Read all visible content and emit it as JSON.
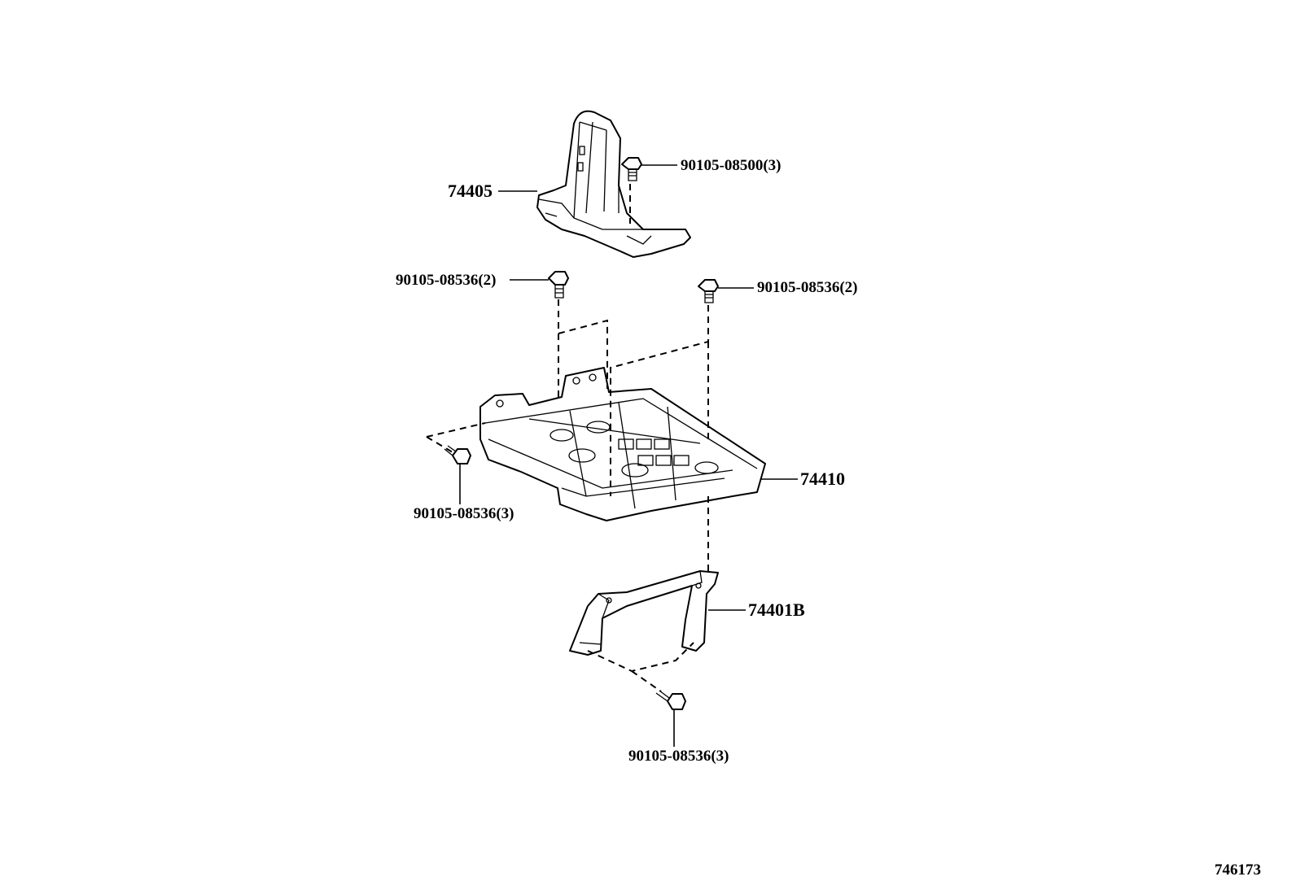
{
  "diagram": {
    "code": "746173",
    "parts": [
      {
        "id": "p74405",
        "number": "74405"
      },
      {
        "id": "p74410",
        "number": "74410"
      },
      {
        "id": "p74401B",
        "number": "74401B"
      }
    ],
    "fasteners": [
      {
        "id": "b1",
        "number": "90105-08500(3)"
      },
      {
        "id": "b2",
        "number": "90105-08536(2)"
      },
      {
        "id": "b3",
        "number": "90105-08536(2)"
      },
      {
        "id": "b4",
        "number": "90105-08536(3)"
      },
      {
        "id": "b5",
        "number": "90105-08536(3)"
      }
    ]
  }
}
